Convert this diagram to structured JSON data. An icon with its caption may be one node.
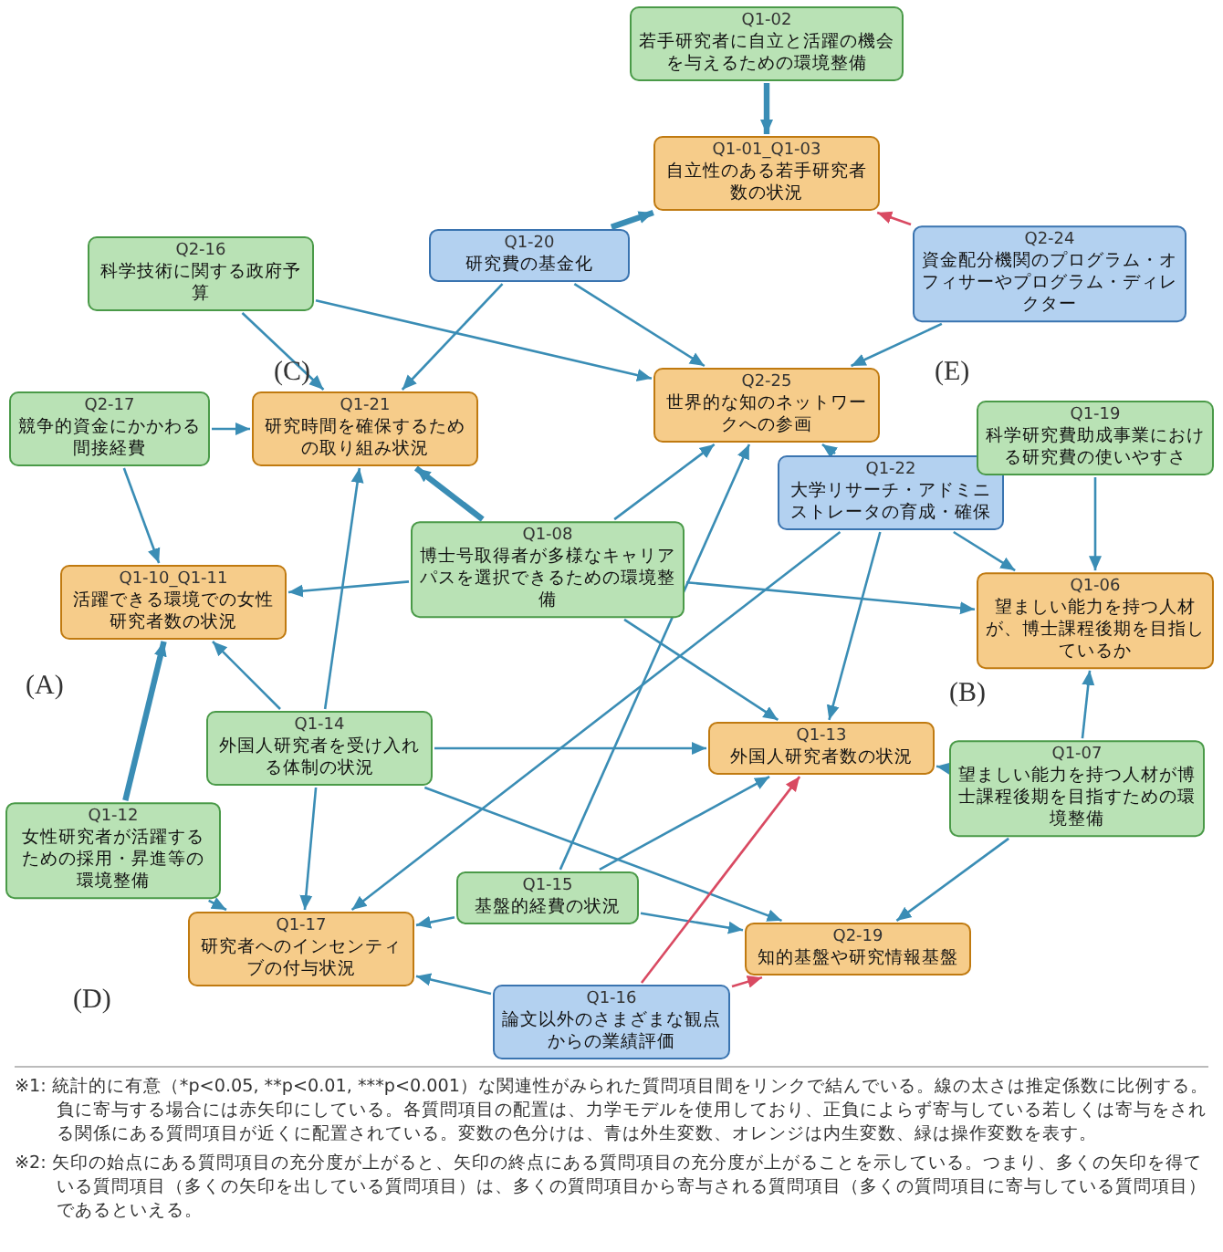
{
  "diagram": {
    "nodes": [
      {
        "text": [
          "Q1-02",
          "若手研究者に自立と活躍の機会を与えるための環境整備"
        ]
      },
      {
        "text": [
          "Q1-01_Q1-03",
          "自立性のある若手研究者数の状況"
        ]
      },
      {
        "text": [
          "Q1-20",
          "研究費の基金化"
        ]
      },
      {
        "text": [
          "Q2-16",
          "科学技術に関する政府予算"
        ]
      },
      {
        "text": [
          "Q2-24",
          "資金配分機関のプログラム・オフィサーやプログラム・ディレクター"
        ]
      },
      {
        "text": [
          "Q2-25",
          "世界的な知のネットワークへの参画"
        ]
      },
      {
        "text": [
          "Q2-17",
          "競争的資金にかかわる間接経費"
        ]
      },
      {
        "text": [
          "Q1-21",
          "研究時間を確保するための取り組み状況"
        ]
      },
      {
        "text": [
          "Q1-08",
          "博士号取得者が多様なキャリアパスを選択できるための環境整備"
        ]
      },
      {
        "text": [
          "Q1-22",
          "大学リサーチ・アドミニストレータの育成・確保"
        ]
      },
      {
        "text": [
          "Q1-06",
          "望ましい能力を持つ人材が、博士課程後期を目指しているか"
        ]
      },
      {
        "text": [
          "Q1-19",
          "科学研究費助成事業における研究費の使いやすさ"
        ]
      },
      {
        "text": [
          "Q1-10_Q1-11",
          "活躍できる環境での女性研究者数の状況"
        ]
      },
      {
        "text": [
          "Q1-14",
          "外国人研究者を受け入れる体制の状況"
        ]
      },
      {
        "text": [
          "Q1-15",
          "基盤的経費の状況"
        ]
      },
      {
        "text": [
          "Q1-13",
          "外国人研究者数の状況"
        ]
      },
      {
        "text": [
          "Q1-12",
          "女性研究者が活躍するための採用・昇進等の環境整備"
        ]
      },
      {
        "text": [
          "Q1-07",
          "望ましい能力を持つ人材が博士課程後期を目指すための環境整備"
        ]
      },
      {
        "text": [
          "Q1-17",
          "研究者へのインセンティブの付与状況"
        ]
      },
      {
        "text": [
          "Q2-19",
          "知的基盤や研究情報基盤"
        ]
      },
      {
        "text": [
          "Q1-16",
          "論文以外のさまざまな観点からの業績評価"
        ]
      }
    ],
    "edges": [
      {
        "from": 0,
        "to": 1,
        "arrow": "to",
        "style": "thick"
      },
      {
        "from": 2,
        "to": 1,
        "arrow": "to",
        "style": "thick"
      },
      {
        "from": 4,
        "to": 1,
        "arrow": "to",
        "color": "#d94a62"
      },
      {
        "from": 3,
        "to": 7,
        "arrow": "to"
      },
      {
        "from": 3,
        "to": 5,
        "arrow": "to"
      },
      {
        "from": 2,
        "to": 7,
        "arrow": "to"
      },
      {
        "from": 2,
        "to": 5,
        "arrow": "to"
      },
      {
        "from": 4,
        "to": 5,
        "arrow": "to"
      },
      {
        "from": 6,
        "to": 7,
        "arrow": "to"
      },
      {
        "from": 6,
        "to": 12,
        "arrow": "to"
      },
      {
        "from": 8,
        "to": 7,
        "arrow": "to",
        "style": "thick"
      },
      {
        "from": 8,
        "to": 12,
        "arrow": "to"
      },
      {
        "from": 8,
        "to": 5,
        "arrow": "to"
      },
      {
        "from": 8,
        "to": 10,
        "arrow": "to"
      },
      {
        "from": 8,
        "to": 15,
        "arrow": "to"
      },
      {
        "from": 9,
        "to": 5,
        "arrow": "to"
      },
      {
        "from": 9,
        "to": 10,
        "arrow": "to"
      },
      {
        "from": 9,
        "to": 15,
        "arrow": "to"
      },
      {
        "from": 9,
        "to": 18,
        "arrow": "to"
      },
      {
        "from": 11,
        "to": 10,
        "arrow": "to"
      },
      {
        "from": 17,
        "to": 10,
        "arrow": "to"
      },
      {
        "from": 16,
        "to": 12,
        "arrow": "to",
        "style": "thick"
      },
      {
        "from": 16,
        "to": 18,
        "arrow": "to"
      },
      {
        "from": 13,
        "to": 12,
        "arrow": "to"
      },
      {
        "from": 13,
        "to": 7,
        "arrow": "to"
      },
      {
        "from": 13,
        "to": 15,
        "arrow": "to"
      },
      {
        "from": 13,
        "to": 18,
        "arrow": "to"
      },
      {
        "from": 13,
        "to": 19,
        "arrow": "to"
      },
      {
        "from": 14,
        "to": 15,
        "arrow": "to"
      },
      {
        "from": 14,
        "to": 18,
        "arrow": "to"
      },
      {
        "from": 14,
        "to": 19,
        "arrow": "to"
      },
      {
        "from": 14,
        "to": 5,
        "arrow": "to"
      },
      {
        "from": 17,
        "to": 15,
        "arrow": "to"
      },
      {
        "from": 17,
        "to": 19,
        "arrow": "to"
      },
      {
        "from": 20,
        "to": 18,
        "arrow": "to"
      },
      {
        "from": 20,
        "to": 15,
        "arrow": "to",
        "color": "#d94a62"
      },
      {
        "from": 20,
        "to": 19,
        "arrow": "to",
        "color": "#d94a62"
      }
    ],
    "labels": [
      "(A)",
      "(B)",
      "(C)",
      "(D)",
      "(E)",
      "※1: 統計的に有意（*p<0.05, **p<0.01, ***p<0.001）な関連性がみられた質問項目間をリンクで結んでいる。線の太さは推定係数に比例する。負に寄与する場合には赤矢印にしている。各質問項目の配置は、力学モデルを使用しており、正負によらず寄与している若しくは寄与をされる関係にある質問項目が近くに配置されている。変数の色分けは、青は外生変数、オレンジは内生変数、緑は操作変数を表す。",
      "※2: 矢印の始点にある質問項目の充分度が上がると、矢印の終点にある質問項目の充分度が上がることを示している。つまり、多くの矢印を得ている質問項目（多くの矢印を出している質問項目）は、多くの質問項目から寄与される質問項目（多くの質問項目に寄与している質問項目）であるといえる。"
    ]
  }
}
